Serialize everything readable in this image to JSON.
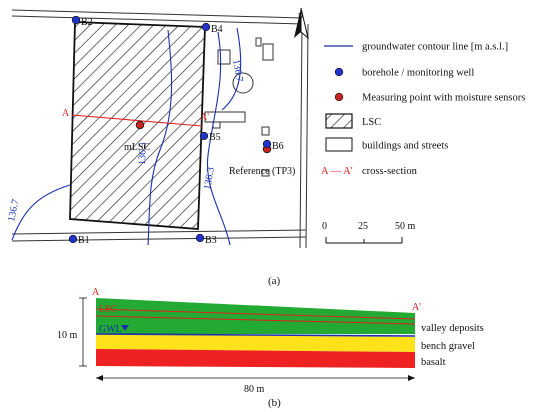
{
  "map": {
    "boreholes": [
      "B2",
      "B4",
      "B5",
      "B6",
      "B1",
      "B3"
    ],
    "contours": [
      "136.7",
      "136.5",
      "136.3",
      "136.7"
    ],
    "section_start": "A",
    "section_end": "A'",
    "lsc_label": "mLSC",
    "reference_label": "Reference (TP3)",
    "north": "N"
  },
  "legend": {
    "groundwater": "groundwater contour line [m a.s.l.]",
    "borehole": "borehole / monitoring well",
    "moisture": "Measuring point with moisture sensors",
    "lsc": "LSC",
    "buildings": "buildings and streets",
    "cross_section_symbol": "A — A'",
    "cross_section": "cross-section"
  },
  "scale_bar": {
    "ticks": [
      "0",
      "25",
      "50 m"
    ]
  },
  "panel_a_label": "(a)",
  "section": {
    "start": "A",
    "end": "A'",
    "lsc": "LSC",
    "gwl": "GWL",
    "height": "10 m",
    "length": "80 m",
    "layers": [
      "valley deposits",
      "bench gravel",
      "basalt"
    ]
  },
  "panel_b_label": "(b)",
  "colors": {
    "contour": "#1a2fb0",
    "borehole": "#2233cc",
    "moisture": "#cc2222",
    "section_line": "#dd2222",
    "valley_deposits": "#22aa33",
    "bench_gravel": "#ffe21a",
    "basalt": "#ee2222"
  }
}
